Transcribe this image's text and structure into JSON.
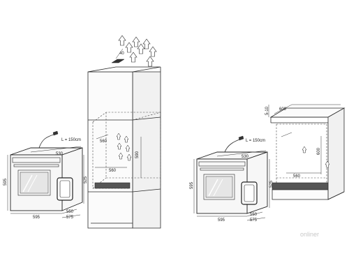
{
  "labels": {
    "vent_top": "40",
    "left_cable": "L = 150cm",
    "left_depth_top": "530",
    "left_inner_depth": "560",
    "left_niche_width": "560",
    "left_niche_height": "590",
    "left_oven_height": "595",
    "left_front_height": "525",
    "left_width": "595",
    "left_depth1": "550",
    "left_depth2": "575",
    "right_gap": "5-10",
    "right_top_depth": "600",
    "right_cable": "L = 150cm",
    "right_depth_top": "530",
    "right_niche_width": "560",
    "right_niche_height": "600",
    "right_oven_height": "595",
    "right_front_height": "525",
    "right_width": "595",
    "right_depth1": "550",
    "right_depth2": "575",
    "watermark": "onliner"
  },
  "icons": [
    "airflow-arrow-icon",
    "power-plug-icon"
  ]
}
